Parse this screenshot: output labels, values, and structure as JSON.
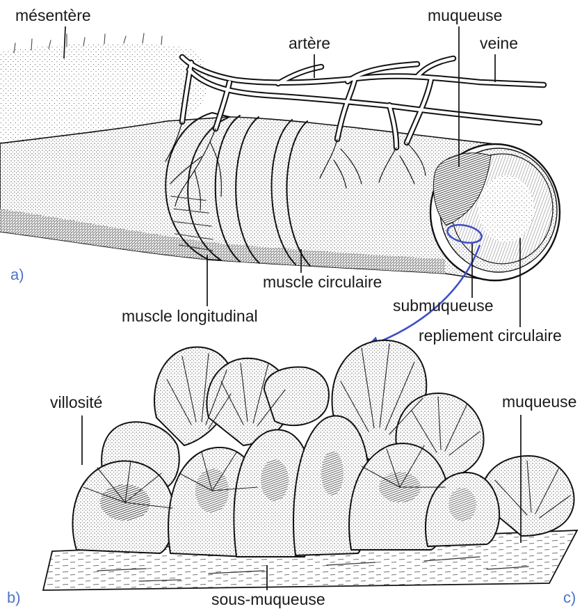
{
  "figure": {
    "panels": {
      "a": "a)",
      "b": "b)",
      "c": "c)"
    },
    "labels": {
      "mesentere": "mésentère",
      "muqueuse_top": "muqueuse",
      "artere": "artère",
      "veine": "veine",
      "muscle_circulaire": "muscle circulaire",
      "muscle_longitudinal": "muscle longitudinal",
      "submuqueuse": "submuqueuse",
      "repliement_circulaire": "repliement circulaire",
      "villosite": "villosité",
      "muqueuse_right": "muqueuse",
      "sous_muqueuse": "sous-muqueuse"
    }
  },
  "colors": {
    "ink": "#1a1a1a",
    "accent_blue": "#3f4fc4",
    "panel_letter": "#4d74c7"
  }
}
